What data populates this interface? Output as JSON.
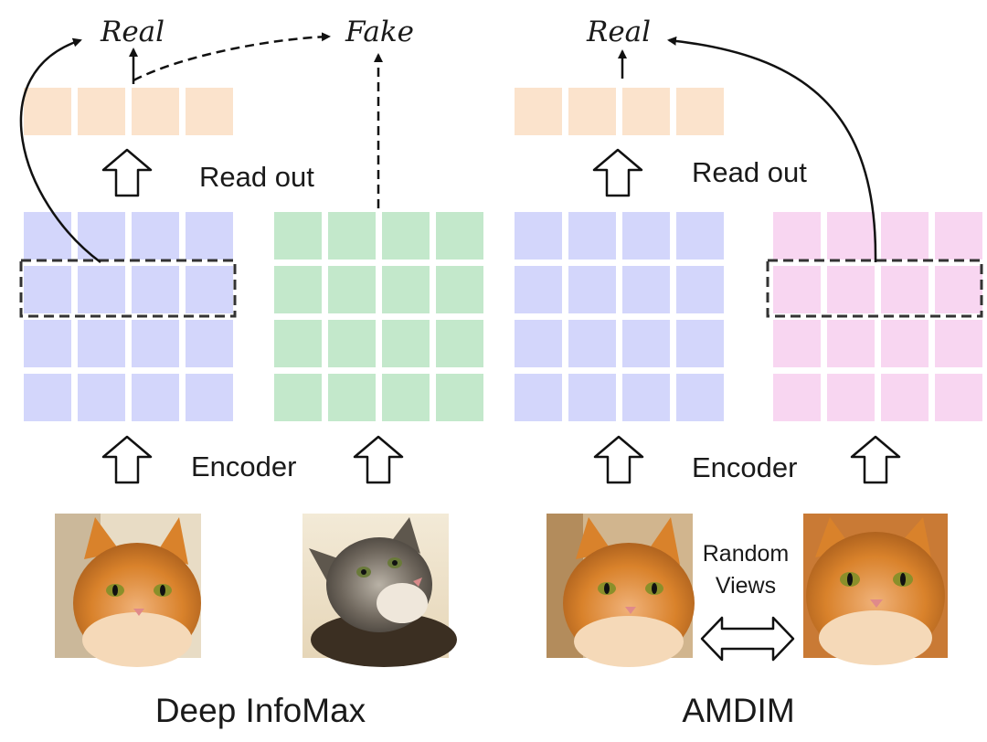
{
  "labels": {
    "dim_real": "Real",
    "dim_fake": "Fake",
    "amdim_real": "Real",
    "dim_readout": "Read out",
    "amdim_readout": "Read out",
    "dim_encoder": "Encoder",
    "amdim_encoder": "Encoder",
    "random_views_line1": "Random",
    "random_views_line2": "Views",
    "dim_title": "Deep InfoMax",
    "amdim_title": "AMDIM"
  },
  "colors": {
    "readout_cells": "#fbe3cc",
    "blue_grid": "#d3d6fb",
    "green_grid": "#c3e8cb",
    "pink_grid": "#f8d6f1",
    "stroke": "#111111"
  },
  "grids": {
    "readout_cols": 4,
    "feature_rows": 4,
    "feature_cols": 4
  },
  "images": {
    "dim_left": "orange tabby cat photo",
    "dim_right": "gray kitten photo",
    "amdim_left": "orange tabby cat photo (view 1)",
    "amdim_right": "orange tabby cat photo (view 2)"
  }
}
